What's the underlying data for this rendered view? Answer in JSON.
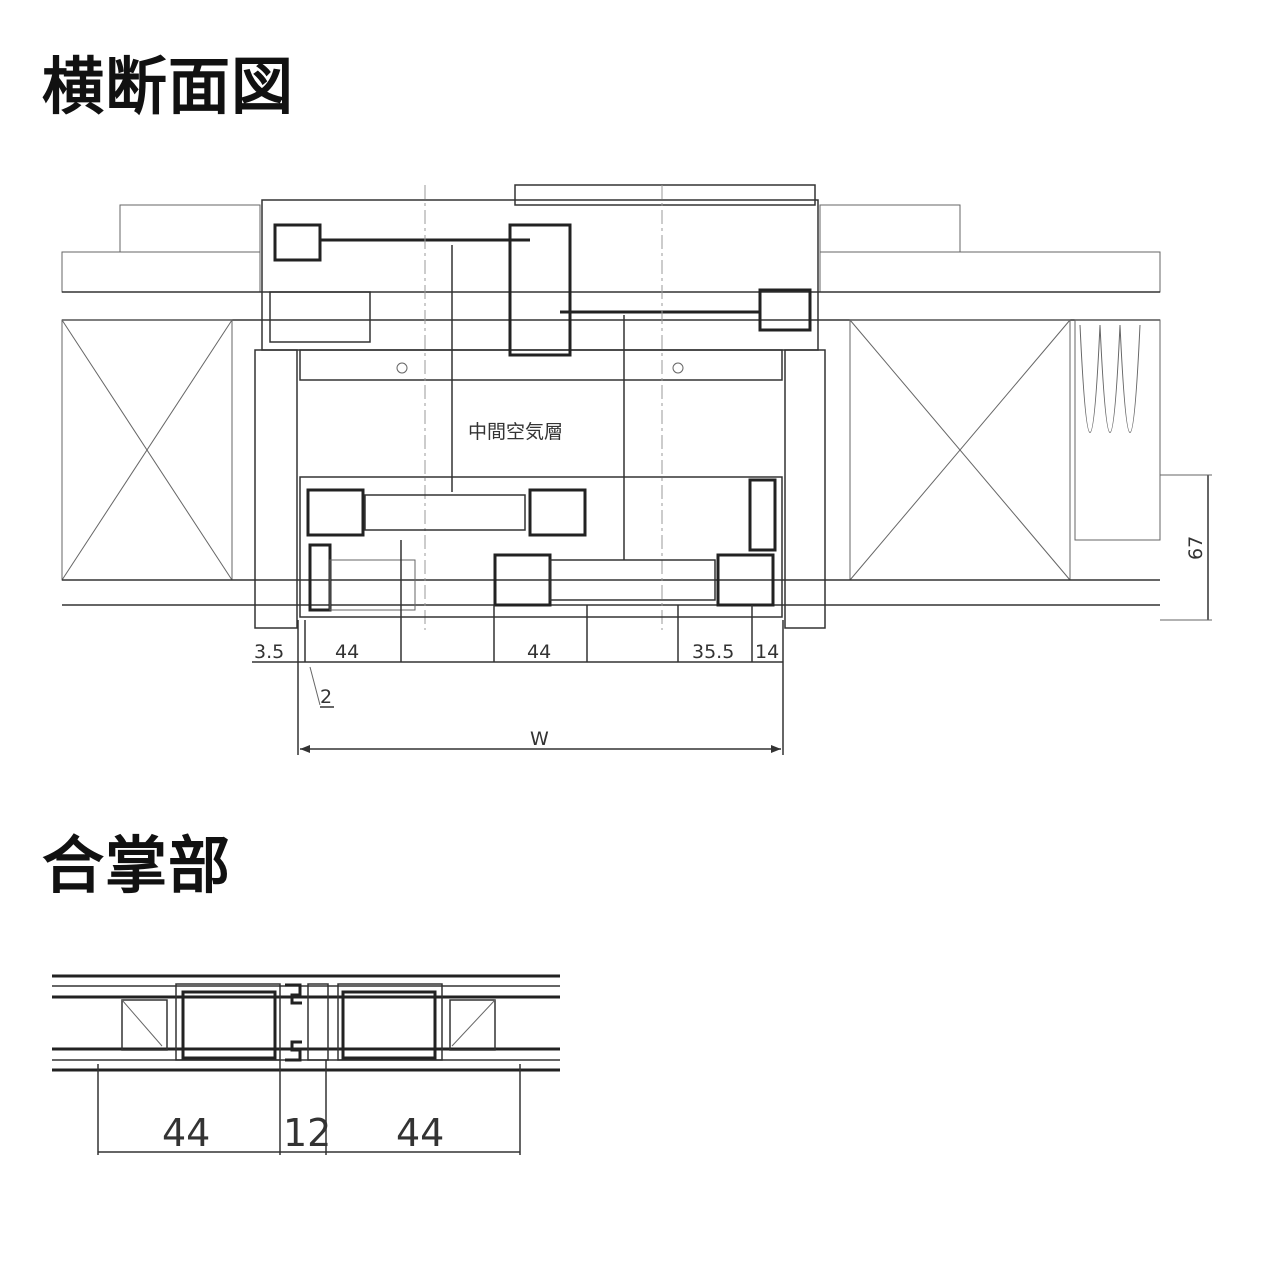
{
  "titles": {
    "cross_section": "横断面図",
    "joint": "合掌部"
  },
  "cross_section": {
    "air_layer_label": "中間空気層",
    "dimensions": {
      "d1": "3.5",
      "d2": "44",
      "d3": "2",
      "d4": "44",
      "d5": "35.5",
      "d6": "14",
      "width": "W",
      "height": "67"
    }
  },
  "joint": {
    "dimensions": {
      "left": "44",
      "gap": "12",
      "right": "44"
    }
  }
}
